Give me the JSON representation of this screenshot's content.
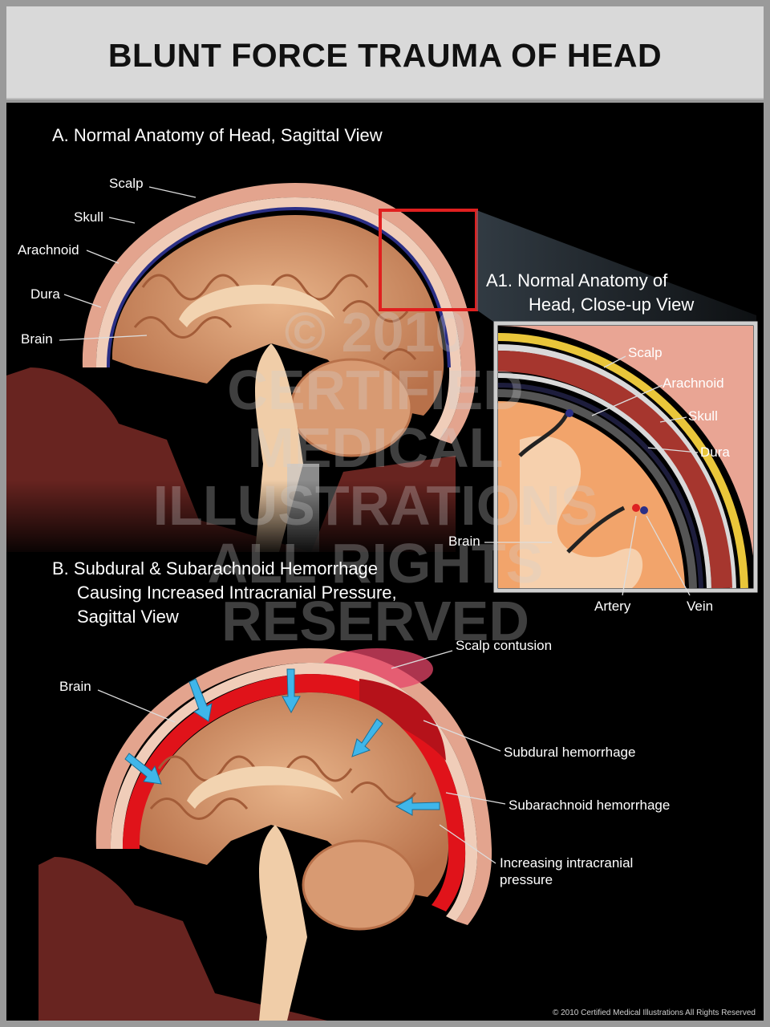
{
  "title": "BLUNT FORCE TRAUMA OF HEAD",
  "section_a": {
    "heading": "A. Normal Anatomy of Head, Sagittal View",
    "labels": {
      "scalp": "Scalp",
      "skull": "Skull",
      "arachnoid": "Arachnoid",
      "dura": "Dura",
      "brain": "Brain"
    }
  },
  "section_a1": {
    "heading_line1": "A1. Normal Anatomy of",
    "heading_line2": "Head, Close-up View",
    "labels": {
      "scalp": "Scalp",
      "arachnoid": "Arachnoid",
      "skull": "Skull",
      "dura": "Dura",
      "brain": "Brain",
      "artery": "Artery",
      "vein": "Vein"
    }
  },
  "section_b": {
    "heading_line1": "B. Subdural & Subarachnoid Hemorrhage",
    "heading_line2": "Causing Increased Intracranial Pressure,",
    "heading_line3": "Sagittal View",
    "labels": {
      "scalp_contusion": "Scalp contusion",
      "brain": "Brain",
      "subdural": "Subdural hemorrhage",
      "subarachnoid": "Subarachnoid hemorrhage",
      "pressure_line1": "Increasing intracranial",
      "pressure_line2": "pressure"
    }
  },
  "watermark": {
    "line1": "© 2010",
    "line2": "CERTIFIED",
    "line3": "MEDICAL",
    "line4": "ILLUSTRATIONS",
    "line5": "ALL RIGHTS",
    "line6": "RESERVED"
  },
  "copyright": "© 2010 Certified Medical Illustrations All Rights Reserved",
  "colors": {
    "brain": "#d99a6e",
    "brain_dark": "#b8714a",
    "scalp": "#e3a48e",
    "dura": "#2b2f86",
    "hemorrhage": "#e0131a",
    "arrow": "#3fb6ea",
    "highlight_box": "#e01f1f"
  }
}
